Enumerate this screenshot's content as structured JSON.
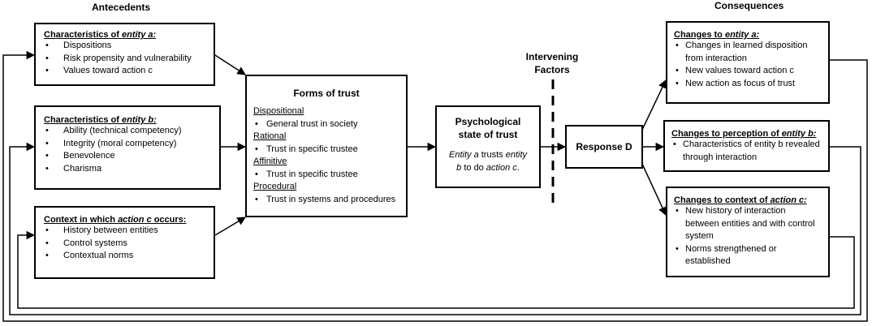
{
  "headings": {
    "antecedents": "Antecedents",
    "consequences": "Consequences",
    "intervening": [
      "Intervening",
      "Factors"
    ]
  },
  "entity_a": {
    "title_prefix": "Characteristics of ",
    "title_entity": "entity a:",
    "items": [
      "Dispositions",
      "Risk propensity and vulnerability",
      "Values toward action c"
    ]
  },
  "entity_b": {
    "title_prefix": "Characteristics of ",
    "title_entity": "entity b:",
    "items": [
      "Ability (technical competency)",
      "Integrity (moral competency)",
      "Benevolence",
      "Charisma"
    ]
  },
  "context": {
    "title_prefix": "Context in which ",
    "title_entity": "action c",
    "title_suffix": " occurs:",
    "items": [
      "History between entities",
      "Control systems",
      "Contextual norms"
    ]
  },
  "forms": {
    "title": "Forms of trust",
    "sections": [
      {
        "label": "Dispositional",
        "item": "General trust in society"
      },
      {
        "label": "Rational",
        "item": "Trust in specific trustee"
      },
      {
        "label": "Affinitive",
        "item": "Trust in specific trustee"
      },
      {
        "label": "Procedural",
        "item": "Trust in systems and procedures"
      }
    ]
  },
  "psych": {
    "title": [
      "Psychological",
      "state of trust"
    ],
    "line1_italic": "Entity a",
    "line1_normal": " trusts ",
    "line1_italic2": "entity",
    "line2_italic": "b",
    "line2_normal": " to do ",
    "line2_italic2": "action c",
    "line2_end": "."
  },
  "response": {
    "label": "Response D"
  },
  "changes_a": {
    "title_prefix": "Changes to ",
    "title_entity": "entity a:",
    "items": [
      "Changes in learned disposition from interaction",
      "New values toward action c",
      "New action as focus of trust"
    ]
  },
  "changes_b": {
    "title_prefix": "Changes to perception of ",
    "title_entity": "entity b:",
    "items": [
      "Characteristics of entity b revealed through interaction"
    ]
  },
  "changes_c": {
    "title_prefix": "Changes to context of ",
    "title_entity": "action c:",
    "items": [
      "New history of interaction between entities and with control system",
      "Norms strengthened or established"
    ]
  }
}
